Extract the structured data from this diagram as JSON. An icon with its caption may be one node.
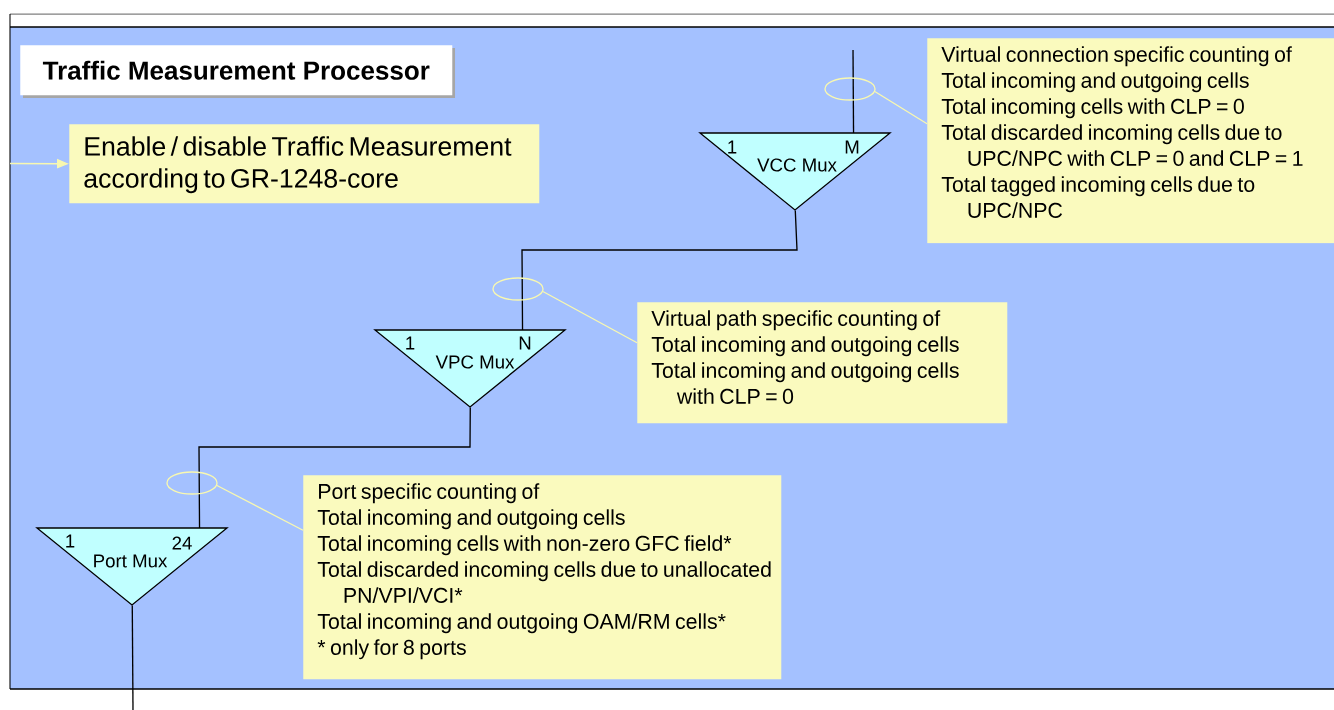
{
  "diagram": {
    "nodes": [
      {
        "text": [
          "Traffic Measurement Processor"
        ]
      },
      {
        "text": [
          "Enable / disable Traffic Measurement according to GR-1248-core"
        ]
      },
      {
        "text": [
          "1",
          "M",
          "VCC Mux"
        ]
      },
      {
        "text": [
          "Virtual connection specific counting of",
          "Total incoming and outgoing cells",
          "Total incoming cells with CLP = 0",
          "Total discarded incoming cells due to UPC/NPC with CLP = 0 and CLP = 1",
          "Total tagged incoming cells due to UPC/NPC"
        ]
      },
      {
        "text": [
          "1",
          "N",
          "VPC Mux"
        ]
      },
      {
        "text": [
          "Virtual path specific counting of",
          "Total incoming and outgoing cells",
          "Total incoming and outgoing cells with CLP = 0"
        ]
      },
      {
        "text": [
          "1",
          "24",
          "Port Mux"
        ]
      },
      {
        "text": [
          "Port specific counting of",
          "Total incoming and outgoing cells",
          "Total incoming cells with non-zero GFC field*",
          "Total discarded incoming cells due to unallocated PN/VPI/VCI*",
          "Total incoming and outgoing OAM/RM cells*",
          "* only for 8 ports"
        ]
      }
    ],
    "edges": [
      {
        "from": null,
        "to": 1,
        "arrow": "to",
        "color": "#f8f8b0"
      },
      {
        "from": null,
        "to": 2,
        "arrow": "none",
        "color": "#000000"
      },
      {
        "from": 2,
        "to": 4,
        "arrow": "none",
        "color": "#000000"
      },
      {
        "from": 4,
        "to": 6,
        "arrow": "none",
        "color": "#000000"
      },
      {
        "from": 6,
        "to": null,
        "arrow": "none",
        "color": "#000000"
      },
      {
        "from": 3,
        "to": null,
        "arrow": "none",
        "color": "#f8f8b0"
      },
      {
        "from": 5,
        "to": null,
        "arrow": "none",
        "color": "#f8f8b0"
      },
      {
        "from": 7,
        "to": null,
        "arrow": "none",
        "color": "#f8f8b0"
      }
    ]
  }
}
